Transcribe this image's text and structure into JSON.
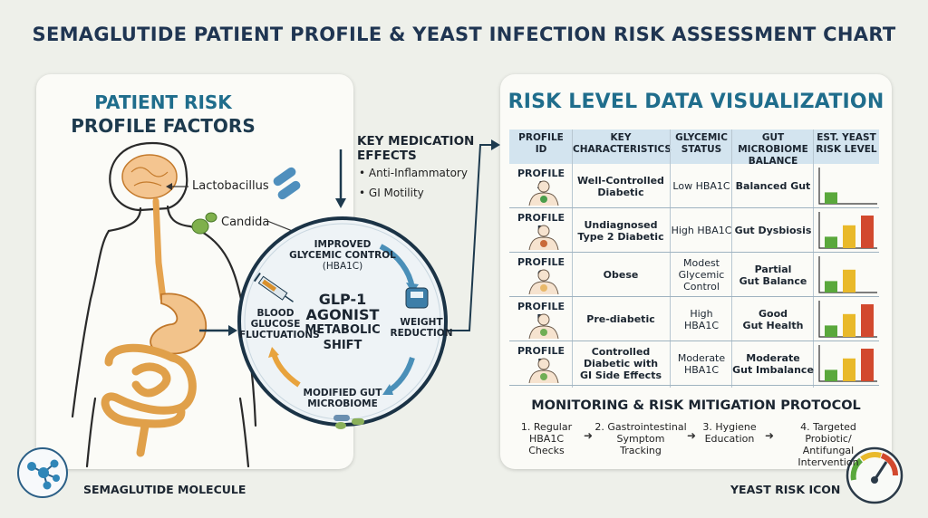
{
  "title": "SEMAGLUTIDE PATIENT PROFILE & YEAST INFECTION RISK ASSESSMENT CHART",
  "left_panel": {
    "title_line1": "PATIENT RISK",
    "title_line2": "PROFILE FACTORS",
    "lactobacillus": "Lactobacillus",
    "candida": "Candida"
  },
  "effects": {
    "title_line1": "KEY MEDICATION",
    "title_line2": "EFFECTS",
    "items": [
      "• Anti-Inflammatory",
      "• GI Motility"
    ]
  },
  "cycle": {
    "center": [
      "GLP-1",
      "AGONIST",
      "METABOLIC",
      "SHIFT"
    ],
    "top": [
      "IMPROVED",
      "GLYCEMIC CONTROL",
      "(HBA1C)"
    ],
    "right": [
      "WEIGHT",
      "REDUCTION"
    ],
    "bottom": [
      "MODIFIED GUT",
      "MICROBIOME"
    ],
    "left": [
      "BLOOD",
      "GLUCOSE",
      "FLUCTUATIONS"
    ]
  },
  "right_panel": {
    "title": "RISK LEVEL DATA VISUALIZATION",
    "headers": [
      [
        "PROFILE",
        "ID"
      ],
      [
        "KEY",
        "CHARACTERISTICS"
      ],
      [
        "GLYCEMIC",
        "STATUS"
      ],
      [
        "GUT MICROBIOME",
        "BALANCE"
      ],
      [
        "EST. YEAST",
        "RISK LEVEL"
      ]
    ],
    "rows": [
      {
        "id": "PROFILE A",
        "characteristics": [
          "Well-Controlled",
          "Diabetic"
        ],
        "glycemic": [
          "Low HBA1C"
        ],
        "gut": [
          "Balanced Gut"
        ],
        "risk_bars": 1,
        "highlight": "#4a9d4a"
      },
      {
        "id": "PROFILE B",
        "characteristics": [
          "Undiagnosed",
          "Type 2 Diabetic"
        ],
        "glycemic": [
          "High HBA1C"
        ],
        "gut": [
          "Gut Dysbiosis"
        ],
        "risk_bars": 3,
        "highlight": "#c96a3a"
      },
      {
        "id": "PROFILE C",
        "characteristics": [
          "Obese"
        ],
        "glycemic": [
          "Modest",
          "Glycemic",
          "Control"
        ],
        "gut": [
          "Partial",
          "Gut Balance"
        ],
        "risk_bars": 2,
        "highlight": "#e8b86a"
      },
      {
        "id": "PROFILE D",
        "characteristics": [
          "Pre-diabetic"
        ],
        "glycemic": [
          "High",
          "HBA1C"
        ],
        "gut": [
          "Good",
          "Gut Health"
        ],
        "risk_bars": 3,
        "highlight": "#6fae55"
      },
      {
        "id": "PROFILE E",
        "characteristics": [
          "Controlled",
          "Diabetic with",
          "GI Side Effects"
        ],
        "glycemic": [
          "Moderate",
          "HBA1C"
        ],
        "gut": [
          "Moderate",
          "Gut Imbalance"
        ],
        "risk_bars": 3,
        "highlight": "#6fae55"
      }
    ],
    "bar_colors": [
      "#5aa83c",
      "#e9b92a",
      "#d2492e"
    ]
  },
  "monitoring": {
    "title": "MONITORING & RISK MITIGATION PROTOCOL",
    "steps": [
      [
        "1. Regular",
        "HBA1C",
        "Checks"
      ],
      [
        "2. Gastrointestinal",
        "Symptom Tracking"
      ],
      [
        "3. Hygiene",
        "Education"
      ],
      [
        "4. Targeted Probiotic/",
        "Antifungal",
        "Intervention"
      ]
    ]
  },
  "footer": {
    "molecule_label": "SEMAGLUTIDE MOLECULE",
    "risk_icon_label": "YEAST RISK ICON"
  }
}
